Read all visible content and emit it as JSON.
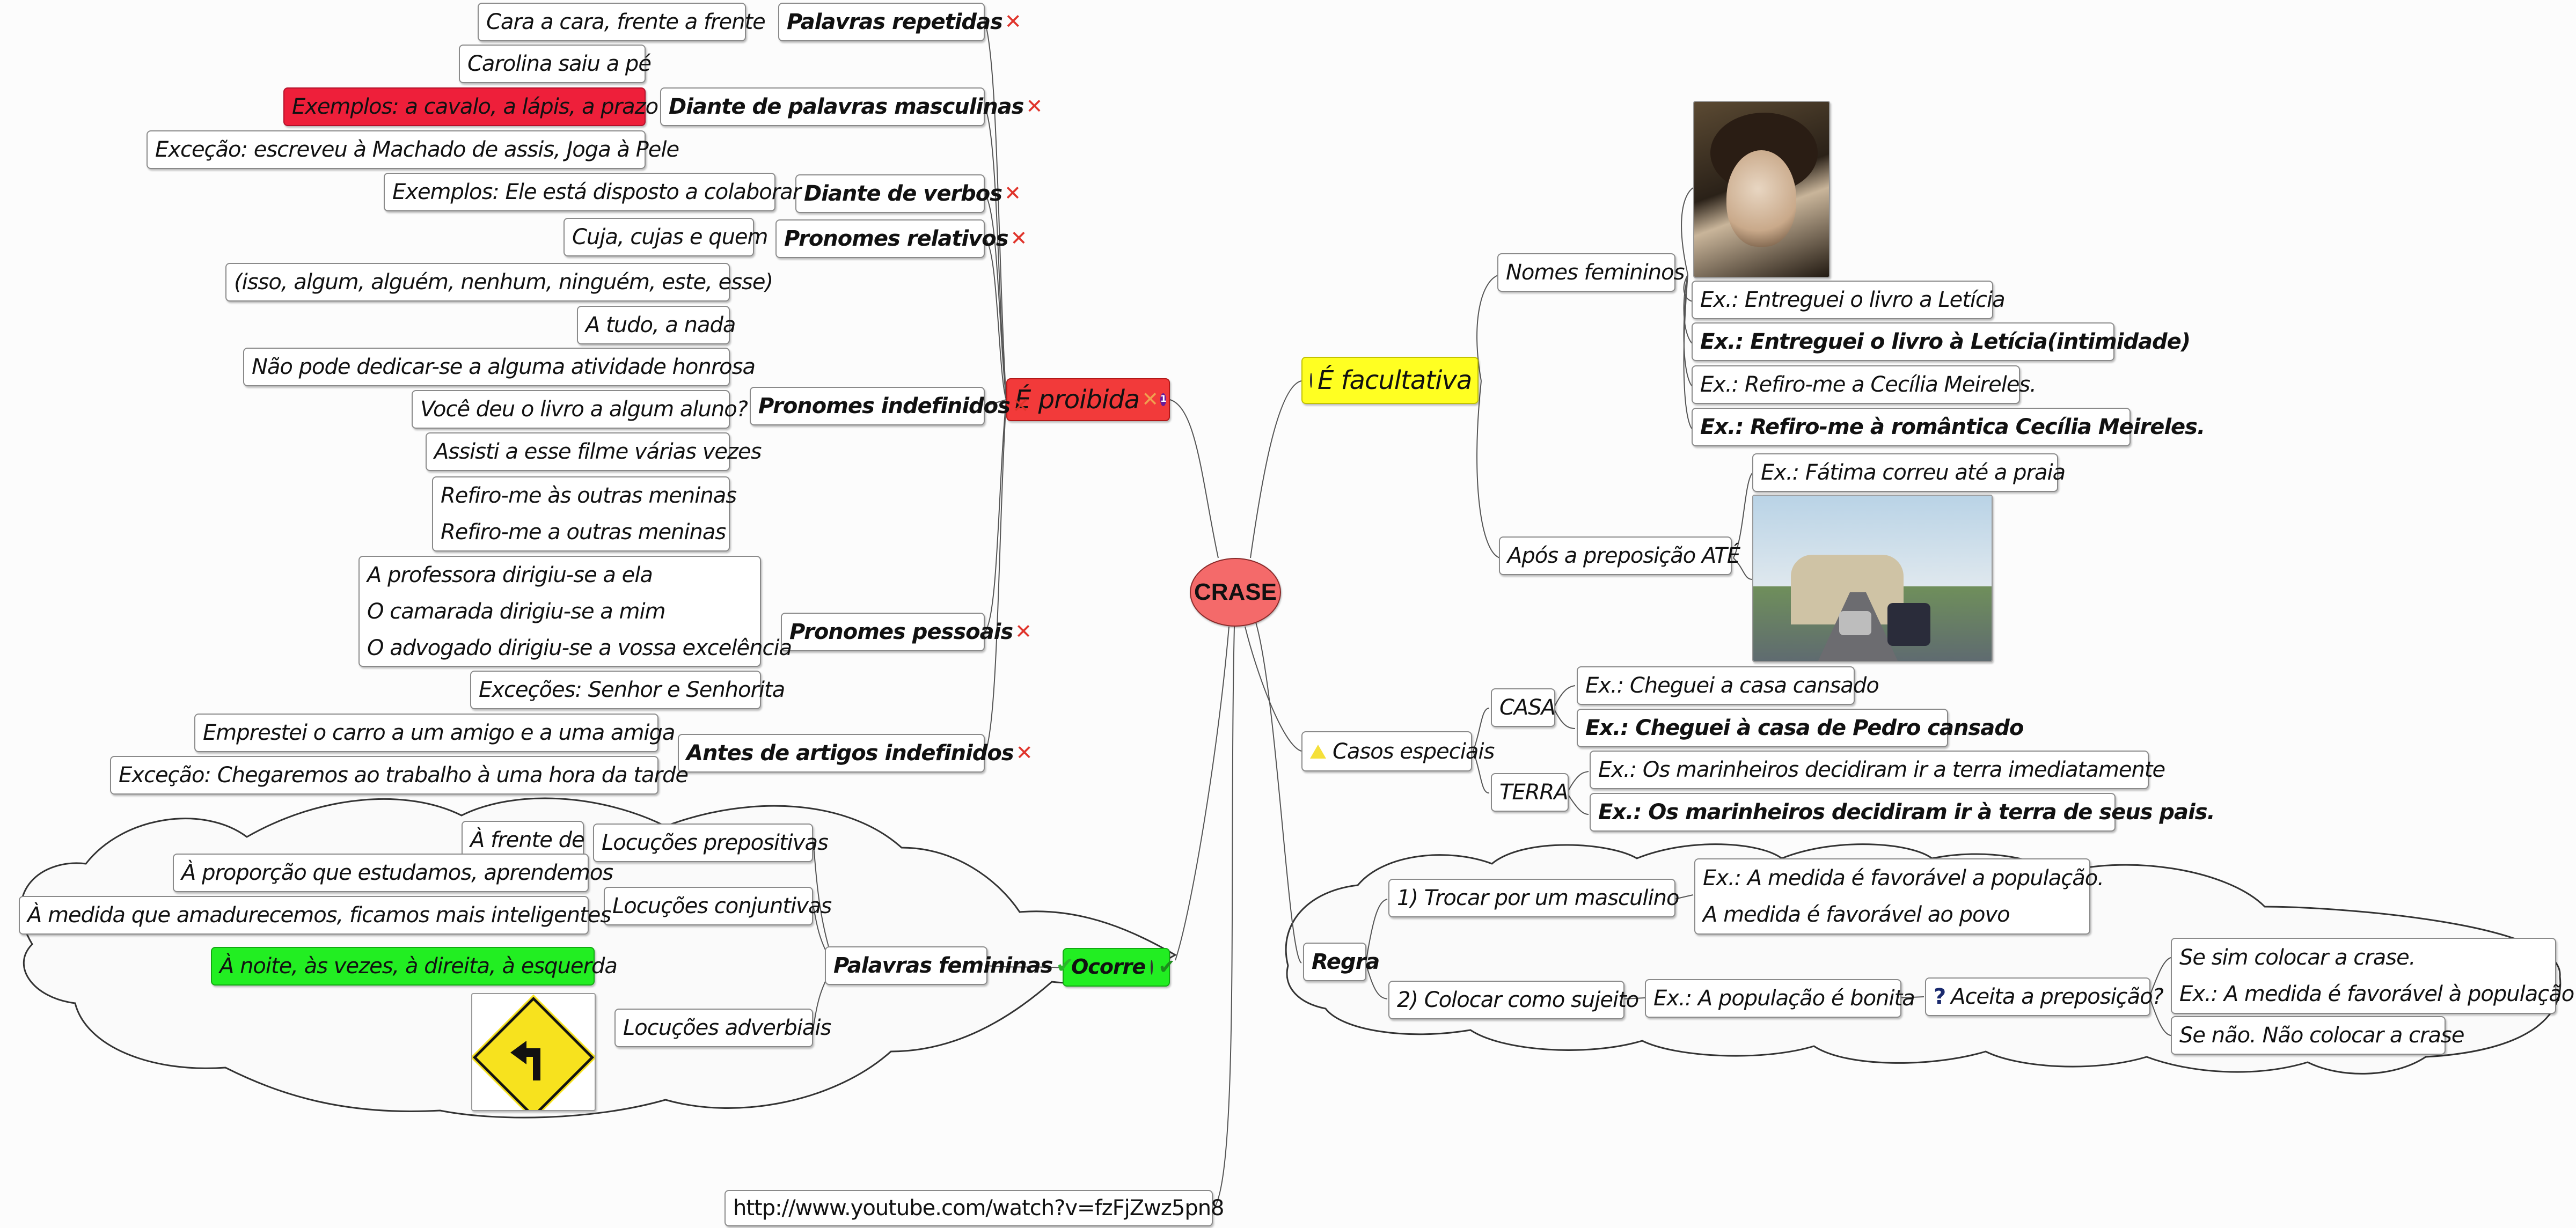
{
  "root": {
    "label": "CRASE",
    "color": "#f46a6a"
  },
  "proibida": {
    "label": "É proibida",
    "badge": "1",
    "color": "#f23a3a",
    "branches": [
      {
        "label": "Palavras repetidas",
        "children": [
          "Cara a cara, frente a frente"
        ]
      },
      {
        "label": "Diante de palavras masculinas",
        "children": [
          "Carolina saiu a pé",
          "Exemplos: a cavalo, a lápis, a prazo",
          "Exceção: escreveu à Machado de assis, Joga à Pele"
        ]
      },
      {
        "label": "Diante de verbos",
        "children": [
          "Exemplos: Ele está disposto a colaborar"
        ]
      },
      {
        "label": "Pronomes relativos",
        "children": [
          "Cuja, cujas e quem"
        ]
      },
      {
        "label": "Pronomes indefinidos",
        "children": [
          "(isso, algum, alguém, nenhum, ninguém, este, esse)",
          "A tudo, a nada",
          "Não pode dedicar-se a alguma atividade honrosa",
          "Você deu o livro a algum aluno?",
          "Assisti a esse filme várias vezes",
          "Refiro-me às outras meninas",
          "Refiro-me a outras meninas"
        ]
      },
      {
        "label": "Pronomes pessoais",
        "children": [
          "A professora dirigiu-se a ela",
          "O camarada dirigiu-se a mim",
          "O advogado dirigiu-se a vossa excelência",
          "Exceções: Senhor e Senhorita"
        ]
      },
      {
        "label": "Antes de artigos  indefinidos",
        "children": [
          "Emprestei o carro a um amigo e a uma amiga",
          "Exceção: Chegaremos ao trabalho à uma hora da tarde"
        ]
      }
    ]
  },
  "ocorre": {
    "label": "Ocorre",
    "color": "#22ee22",
    "palavras_femininas": "Palavras femininas",
    "locucoes": [
      {
        "label": "Locuções prepositivas",
        "children": [
          "À frente de"
        ]
      },
      {
        "label": "Locuções conjuntivas",
        "children": [
          "À proporção que estudamos, aprendemos",
          "À medida que amadurecemos, ficamos  mais inteligentes"
        ]
      },
      {
        "label": "Locuções adverbiais",
        "children": [
          "À noite, às vezes, à direita, à esquerda"
        ],
        "image": "left-turn-sign"
      }
    ]
  },
  "facultativa": {
    "label": "É facultativa",
    "color": "#ffff22",
    "nomes_femininos": {
      "label": "Nomes femininos",
      "image": "portrait-photo",
      "examples": [
        "Ex.: Entreguei o livro a Letícia",
        "Ex.: Entreguei o livro à Letícia(intimidade)",
        "Ex.: Refiro-me a Cecília Meireles.",
        "Ex.: Refiro-me à romântica Cecília Meireles."
      ]
    },
    "apos_ate": {
      "label": "Após a preposição ATÉ",
      "examples": [
        "Ex.: Fátima correu até a praia"
      ],
      "image": "beach-gate-photo"
    }
  },
  "casos_especiais": {
    "label": "Casos especiais",
    "casa": {
      "label": "CASA",
      "examples": [
        "Ex.: Cheguei a casa cansado",
        "Ex.: Cheguei à casa de Pedro cansado"
      ]
    },
    "terra": {
      "label": "TERRA",
      "examples": [
        "Ex.: Os marinheiros decidiram ir a terra imediatamente",
        "Ex.: Os marinheiros decidiram ir à terra de seus pais."
      ]
    }
  },
  "regra": {
    "label": "Regra",
    "step1": {
      "label": "1) Trocar por um masculino",
      "lines": [
        "Ex.: A medida é favorável a população.",
        "A medida é favorável ao povo"
      ]
    },
    "step2": {
      "label": "2) Colocar como sujeito",
      "example": "Ex.: A população é bonita",
      "question": "Aceita a preposição?",
      "yes_lines": [
        "Se sim colocar a crase.",
        "Ex.: A medida é favorável à população"
      ],
      "no": "Se não. Não colocar a crase"
    }
  },
  "link": {
    "label": "http://www.youtube.com/watch?v=fzFjZwz5pn8"
  },
  "icons": {
    "x": "✕",
    "check": "✔",
    "question": "?"
  }
}
